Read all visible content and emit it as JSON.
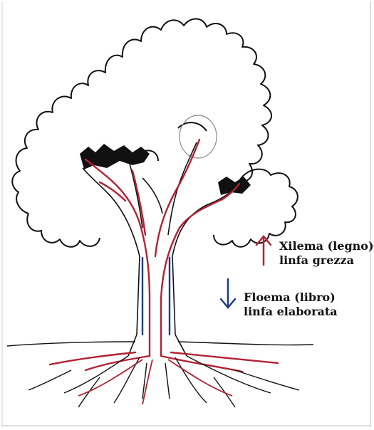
{
  "legend": {
    "xylem": {
      "line1": "Xilema (legno)",
      "line2": "linfa grezza",
      "color": "#b22234",
      "direction": "up"
    },
    "phloem": {
      "line1": "Floema (libro)",
      "line2": "linfa elaborata",
      "color": "#1f3c88",
      "direction": "down"
    }
  },
  "colors": {
    "outline": "#111111",
    "border": "#9a9a9a",
    "background": "#ffffff"
  }
}
